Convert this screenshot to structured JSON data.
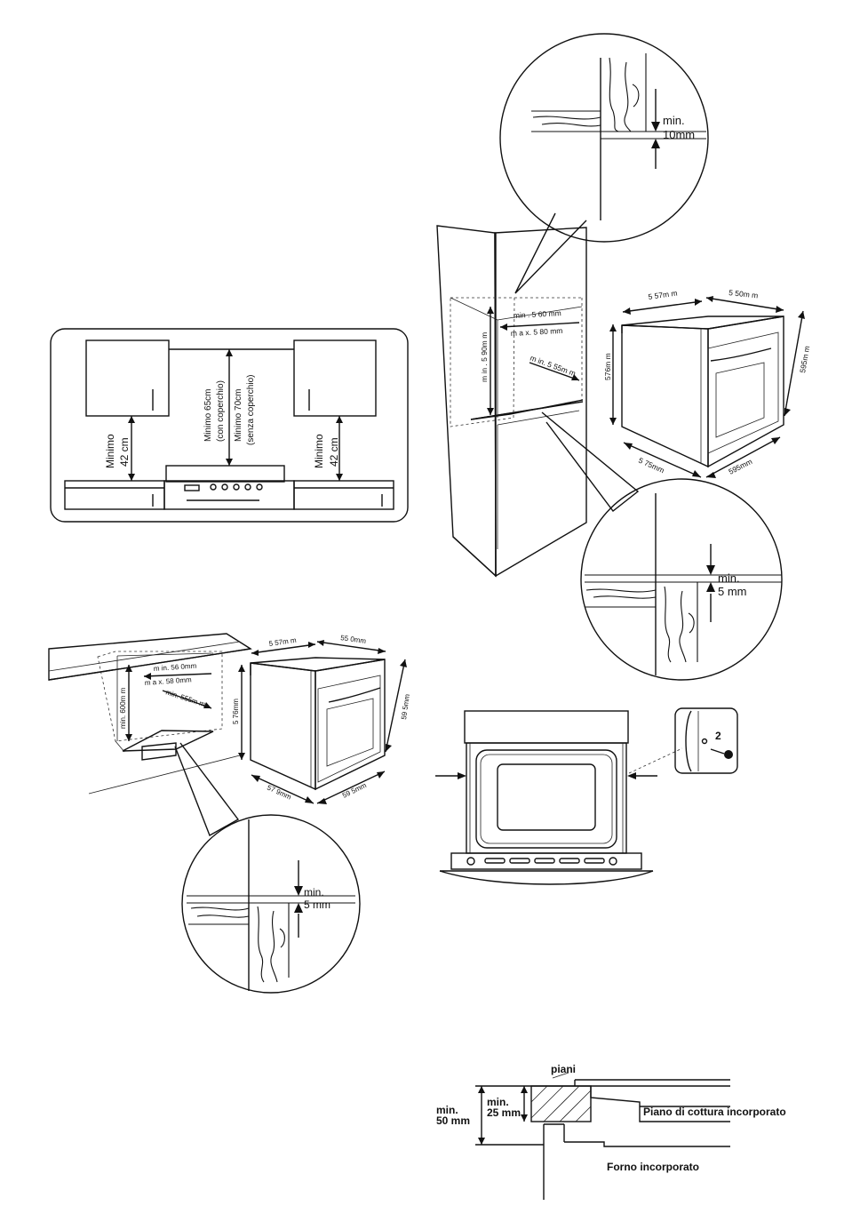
{
  "hood_diagram": {
    "left_min_a": "Minimo",
    "left_min_b": "42 cm",
    "right_min_a": "Minimo",
    "right_min_b": "42 cm",
    "center_a": "Minimo 65cm",
    "center_b": "(con coperchio)",
    "center_c": "Minimo 70cm",
    "center_d": "(senza coperchio)"
  },
  "tall_unit": {
    "zoom_top_min": "min.",
    "zoom_top_val": "10mm",
    "cut_width_min": "min . 5 60 mm",
    "cut_width_max": "m a x. 5 80 mm",
    "cut_height_min": "m in . 5 90m m",
    "cut_depth_min": "m in. 5 55m m",
    "zoom_bottom_min": "min.",
    "zoom_bottom_val": "5  mm"
  },
  "oven_top": {
    "w_top": "5 57m m",
    "d_top": "5 50m m",
    "h_left": "576m m",
    "h_right": "595m m",
    "d_bottom": "5 75mm",
    "w_bottom": "595mm"
  },
  "undercounter": {
    "cut_width_min": "m in. 56 0mm",
    "cut_width_max": "m a x. 58 0mm",
    "cut_height_min": "min. 600m m",
    "cut_depth_min": "min. 555m m",
    "zoom_min": "min.",
    "zoom_val": "5  mm"
  },
  "oven_bottom": {
    "w_top": "5 57m m",
    "d_top": "55 0mm",
    "h_left": "5 76mm",
    "h_right": "59 5mm",
    "d_bottom": "57 9mm",
    "w_bottom": "59 5mm"
  },
  "fixing": {
    "screw_number": "2"
  },
  "cross_section": {
    "piani": "piani",
    "min25_a": "min.",
    "min25_b": "25 mm",
    "min50_a": "min.",
    "min50_b": "50 mm",
    "hob_label": "Piano di cottura incorporato",
    "oven_label": "Forno incorporato"
  }
}
